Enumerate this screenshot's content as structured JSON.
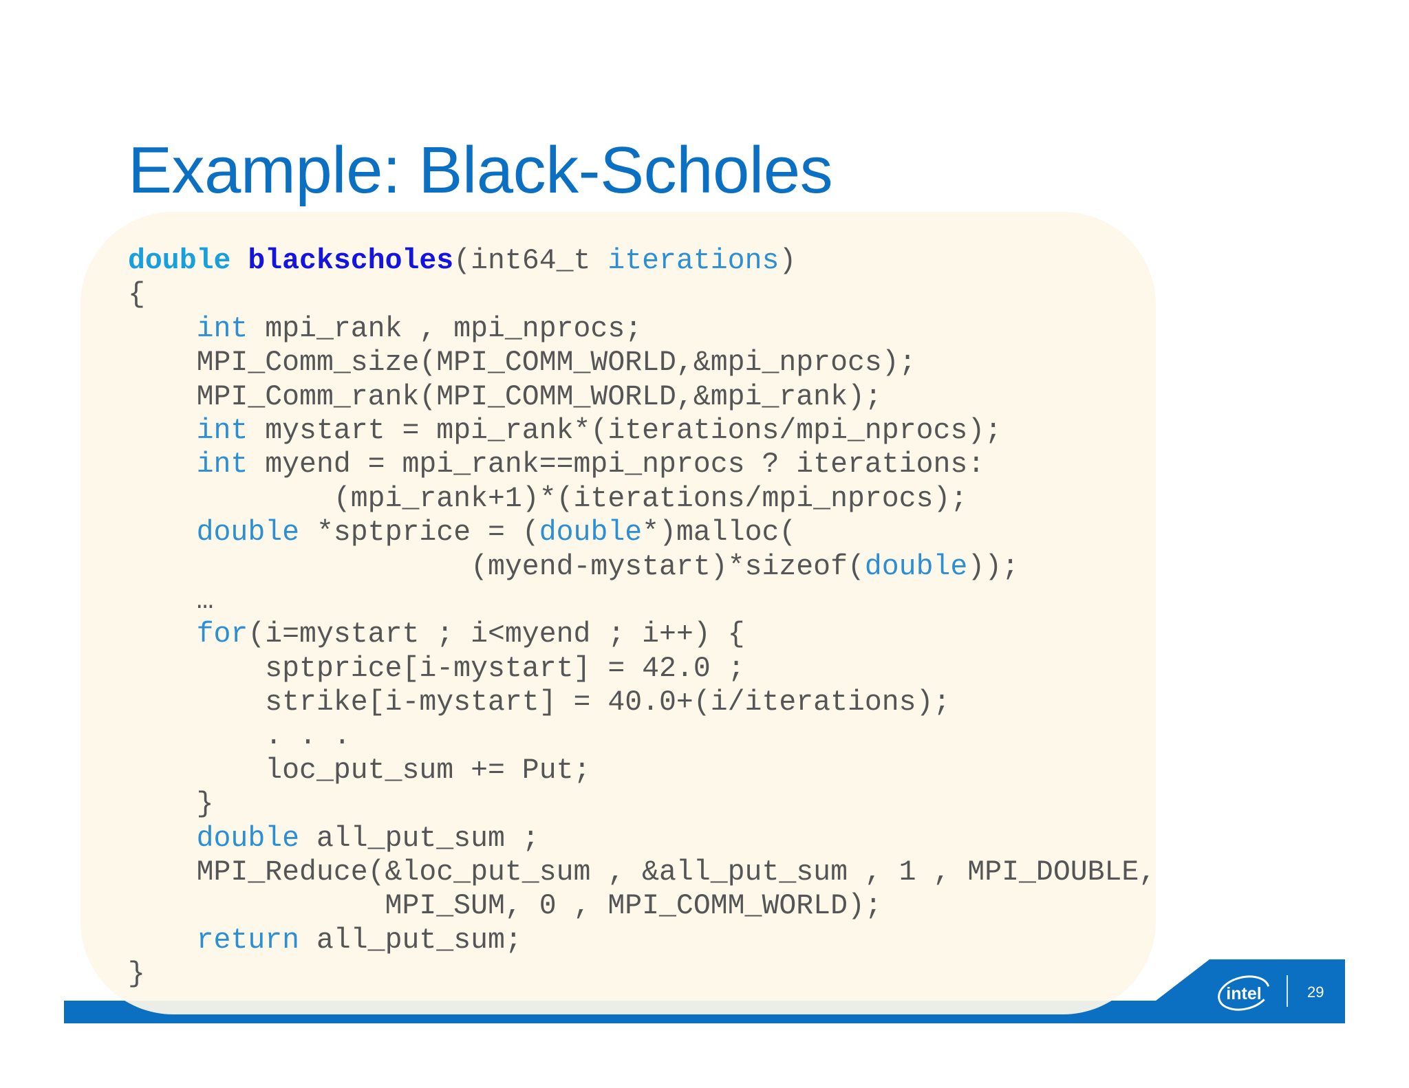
{
  "slide": {
    "title": "Example: Black-Scholes",
    "page_number": "29",
    "logo_text": "intel",
    "colors": {
      "brand_blue": "#0b6fc2",
      "code_panel": "#fdf8e8",
      "keyword": "#2c8fd4",
      "function_name": "#1414e0",
      "code_text": "#555555"
    }
  },
  "code_lines": [
    [
      {
        "t": "double",
        "k": "kw-bold"
      },
      {
        "t": " ",
        "k": "plain"
      },
      {
        "t": "blackscholes",
        "k": "fn"
      },
      {
        "t": "(int64_t ",
        "k": "plain"
      },
      {
        "t": "iterations",
        "k": "kw"
      },
      {
        "t": ")",
        "k": "plain"
      }
    ],
    [
      {
        "t": "{",
        "k": "plain"
      }
    ],
    [
      {
        "t": "    ",
        "k": "plain"
      },
      {
        "t": "int",
        "k": "kw"
      },
      {
        "t": " mpi_rank , mpi_nprocs;",
        "k": "plain"
      }
    ],
    [
      {
        "t": "    MPI_Comm_size(MPI_COMM_WORLD,&mpi_nprocs);",
        "k": "plain"
      }
    ],
    [
      {
        "t": "    MPI_Comm_rank(MPI_COMM_WORLD,&mpi_rank);",
        "k": "plain"
      }
    ],
    [
      {
        "t": "    ",
        "k": "plain"
      },
      {
        "t": "int",
        "k": "kw"
      },
      {
        "t": " mystart = mpi_rank*(iterations/mpi_nprocs);",
        "k": "plain"
      }
    ],
    [
      {
        "t": "    ",
        "k": "plain"
      },
      {
        "t": "int",
        "k": "kw"
      },
      {
        "t": " myend = mpi_rank==mpi_nprocs ? iterations:",
        "k": "plain"
      }
    ],
    [
      {
        "t": "            (mpi_rank+1)*(iterations/mpi_nprocs);",
        "k": "plain"
      }
    ],
    [
      {
        "t": "    ",
        "k": "plain"
      },
      {
        "t": "double",
        "k": "kw"
      },
      {
        "t": " *sptprice = (",
        "k": "plain"
      },
      {
        "t": "double",
        "k": "kw"
      },
      {
        "t": "*)malloc(",
        "k": "plain"
      }
    ],
    [
      {
        "t": "                    (myend-mystart)*sizeof(",
        "k": "plain"
      },
      {
        "t": "double",
        "k": "kw"
      },
      {
        "t": "));",
        "k": "plain"
      }
    ],
    [
      {
        "t": "    …",
        "k": "plain"
      }
    ],
    [
      {
        "t": "    ",
        "k": "plain"
      },
      {
        "t": "for",
        "k": "kw"
      },
      {
        "t": "(i=mystart ; i<myend ; i++) {",
        "k": "plain"
      }
    ],
    [
      {
        "t": "        sptprice[i-mystart] = 42.0 ;",
        "k": "plain"
      }
    ],
    [
      {
        "t": "        strike[i-mystart] = 40.0+(i/iterations);",
        "k": "plain"
      }
    ],
    [
      {
        "t": "        . . .",
        "k": "plain"
      }
    ],
    [
      {
        "t": "        loc_put_sum += Put;",
        "k": "plain"
      }
    ],
    [
      {
        "t": "    }",
        "k": "plain"
      }
    ],
    [
      {
        "t": "    ",
        "k": "plain"
      },
      {
        "t": "double",
        "k": "kw"
      },
      {
        "t": " all_put_sum ;",
        "k": "plain"
      }
    ],
    [
      {
        "t": "    MPI_Reduce(&loc_put_sum , &all_put_sum , 1 , MPI_DOUBLE,",
        "k": "plain"
      }
    ],
    [
      {
        "t": "               MPI_SUM, 0 , MPI_COMM_WORLD);",
        "k": "plain"
      }
    ],
    [
      {
        "t": "    ",
        "k": "plain"
      },
      {
        "t": "return",
        "k": "kw"
      },
      {
        "t": " all_put_sum;",
        "k": "plain"
      }
    ],
    [
      {
        "t": "}",
        "k": "plain"
      }
    ]
  ]
}
